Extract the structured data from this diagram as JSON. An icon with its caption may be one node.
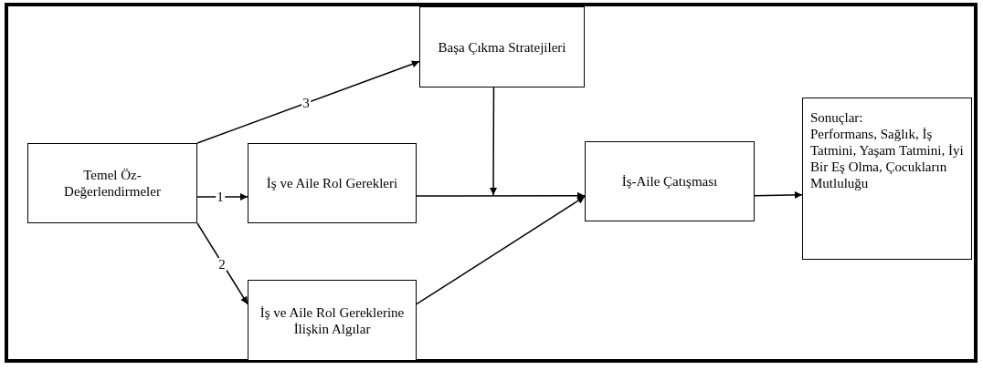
{
  "diagram": {
    "nodes": [
      {
        "text": [
          "Temel Öz-Değerlendirmeler"
        ]
      },
      {
        "text": [
          "Başa Çıkma Stratejileri"
        ]
      },
      {
        "text": [
          "İş ve Aile Rol Gerekleri"
        ]
      },
      {
        "text": [
          "İş ve Aile Rol Gereklerine İlişkin Algılar"
        ]
      },
      {
        "text": [
          "İş-Aile Çatışması"
        ]
      },
      {
        "text": [
          "Sonuçlar:",
          "Performans, Sağlık, İş Tatmini, Yaşam Tatmini, İyi Bir Eş Olma, Çocukların Mutluluğu"
        ]
      }
    ],
    "edges": [
      {
        "from": 0,
        "to": 1,
        "arrow": "to",
        "label": "3"
      },
      {
        "from": 0,
        "to": 2,
        "arrow": "to",
        "label": "1"
      },
      {
        "from": 0,
        "to": 3,
        "arrow": "to",
        "label": "2"
      },
      {
        "from": 2,
        "to": 4,
        "arrow": "to"
      },
      {
        "from": 3,
        "to": 4,
        "arrow": "to"
      },
      {
        "from": 1,
        "to": null,
        "arrow": "to"
      },
      {
        "from": 4,
        "to": 5,
        "arrow": "to"
      }
    ]
  }
}
